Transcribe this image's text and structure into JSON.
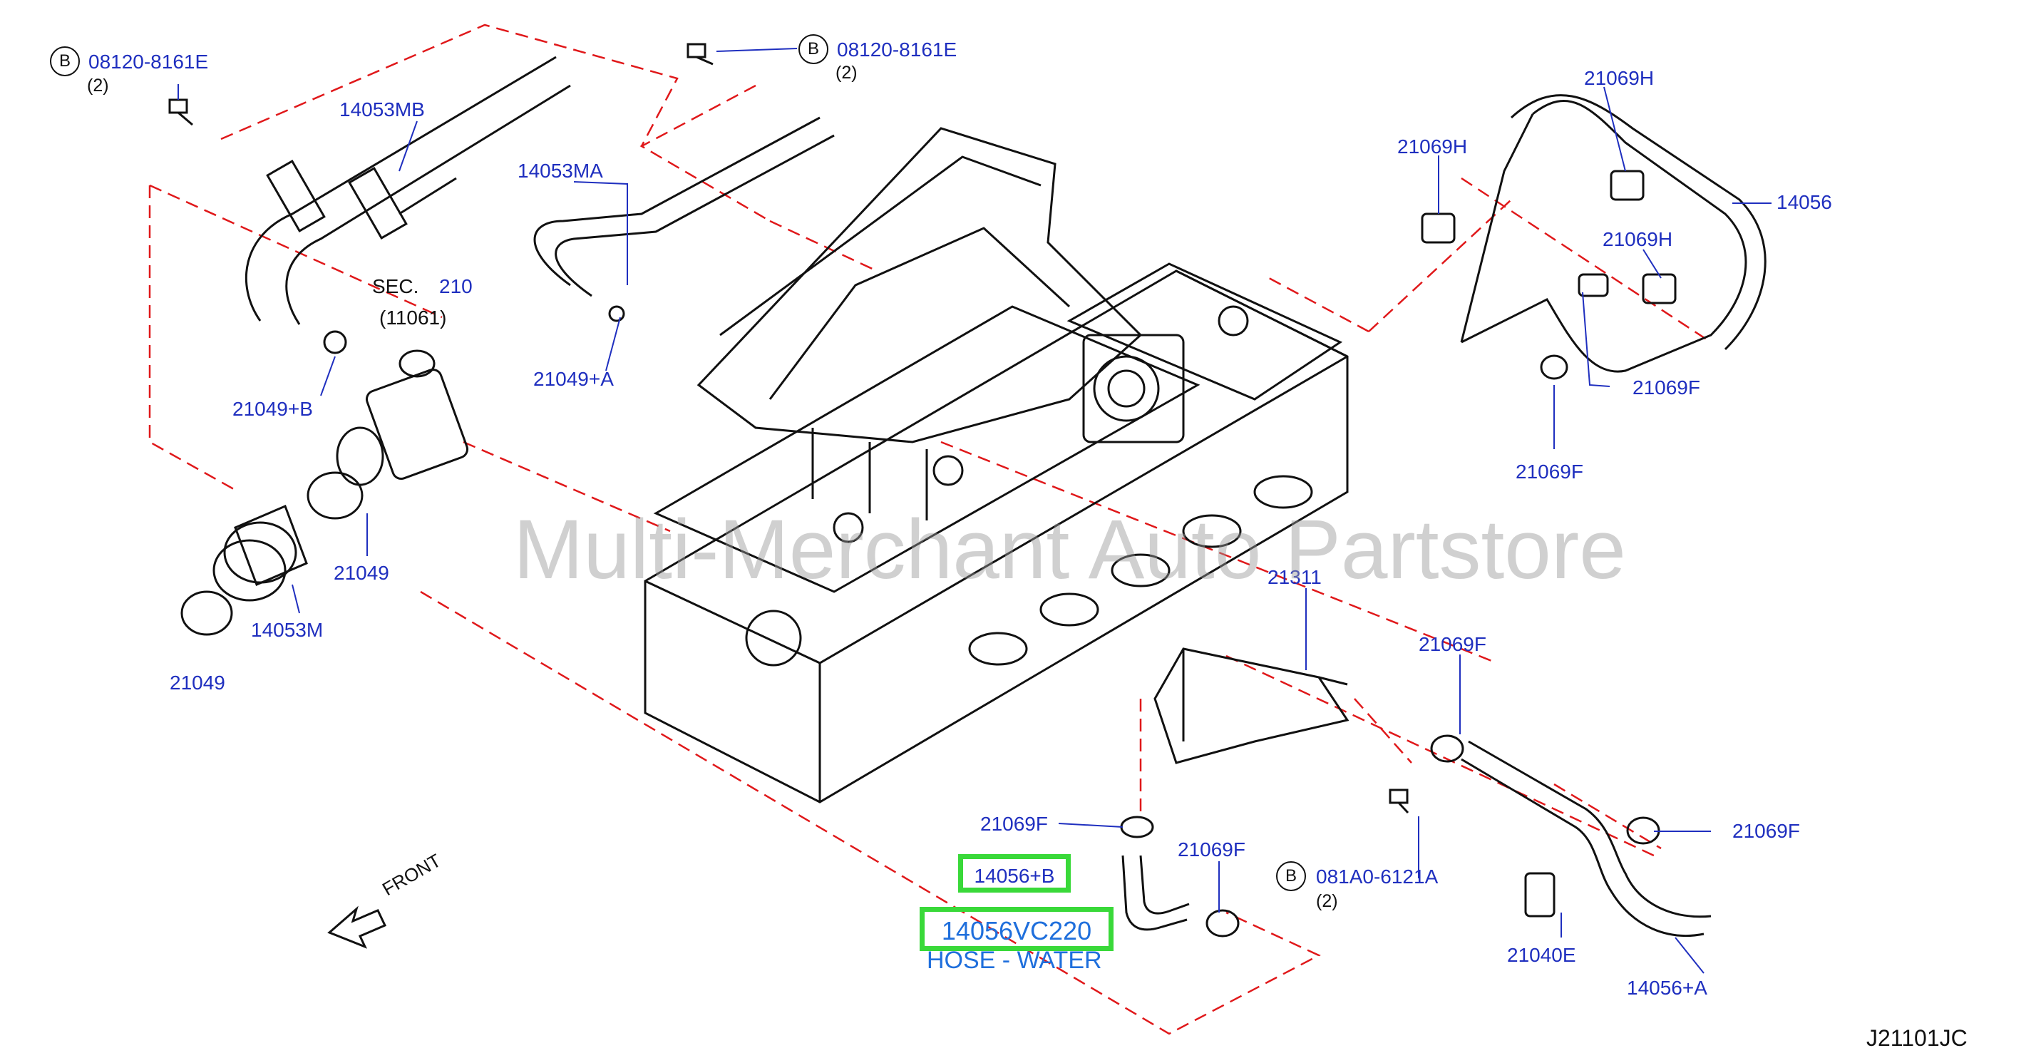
{
  "parts": {
    "bolt_top_left": "08120-8161E",
    "bolt_top_left_qty": "(2)",
    "bolt_top_mid": "08120-8161E",
    "bolt_top_mid_qty": "(2)",
    "bolt_bottom": "081A0-6121A",
    "bolt_bottom_qty": "(2)",
    "circle_letter": "B",
    "p14053MB": "14053MB",
    "p14053MA": "14053MA",
    "sec_label": "SEC.",
    "sec_number": "210",
    "sec_sub": "(11061)",
    "p21049B": "21049+B",
    "p21049A": "21049+A",
    "p21049_mid": "21049",
    "p21049_low": "21049",
    "p14053M": "14053M",
    "p21069H_a": "21069H",
    "p21069H_b": "21069H",
    "p21069H_c": "21069H",
    "p14056": "14056",
    "p21069F_a": "21069F",
    "p21069F_b": "21069F",
    "p21311": "21311",
    "p21069F_c": "21069F",
    "p21069F_d": "21069F",
    "p21069F_e": "21069F",
    "p21069F_f": "21069F",
    "p21040E": "21040E",
    "p14056A": "14056+A",
    "p14056B": "14056+B",
    "highlight_part": "14056VC220",
    "highlight_desc": "HOSE - WATER",
    "front_label": "FRONT"
  },
  "watermark": "Multi-Merchant Auto Partstore",
  "diagram_code": "J21101JC",
  "colors": {
    "label_blue": "#1f2fbf",
    "title_blue": "#1f6fdc",
    "highlight_green": "#39d939",
    "leader_red": "#e0181a",
    "line_art": "#111111"
  }
}
